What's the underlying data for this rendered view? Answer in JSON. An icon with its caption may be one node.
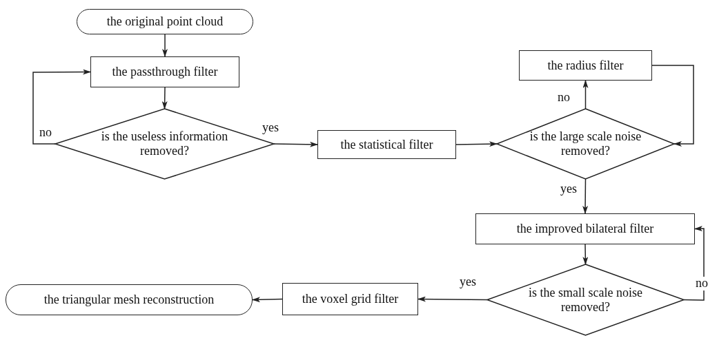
{
  "diagram": {
    "nodes": [
      {
        "text": [
          "the original point cloud"
        ]
      },
      {
        "text": [
          "the passthrough filter"
        ]
      },
      {
        "text": [
          "is the useless information removed?"
        ]
      },
      {
        "text": [
          "the statistical filter"
        ]
      },
      {
        "text": [
          "is the large scale noise removed?"
        ]
      },
      {
        "text": [
          "the radius filter"
        ]
      },
      {
        "text": [
          "the improved bilateral filter"
        ]
      },
      {
        "text": [
          "is the small scale noise removed?"
        ]
      },
      {
        "text": [
          "the voxel grid filter"
        ]
      },
      {
        "text": [
          "the triangular mesh reconstruction"
        ]
      }
    ],
    "edges": [
      {
        "from": 0,
        "to": 1,
        "arrow": "to"
      },
      {
        "from": 1,
        "to": 2,
        "arrow": "to"
      },
      {
        "from": 2,
        "to": 1,
        "arrow": "to",
        "label": "no"
      },
      {
        "from": 2,
        "to": 3,
        "arrow": "to",
        "label": "yes"
      },
      {
        "from": 3,
        "to": 4,
        "arrow": "to"
      },
      {
        "from": 4,
        "to": 5,
        "arrow": "to",
        "label": "no"
      },
      {
        "from": 5,
        "to": 4,
        "arrow": "to"
      },
      {
        "from": 4,
        "to": 6,
        "arrow": "to",
        "label": "yes"
      },
      {
        "from": 6,
        "to": 7,
        "arrow": "to"
      },
      {
        "from": 7,
        "to": 6,
        "arrow": "to",
        "label": "no"
      },
      {
        "from": 7,
        "to": 8,
        "arrow": "to",
        "label": "yes"
      },
      {
        "from": 8,
        "to": 9,
        "arrow": "to"
      }
    ]
  }
}
